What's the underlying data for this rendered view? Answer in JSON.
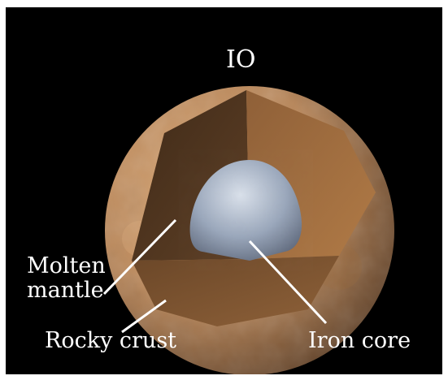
{
  "diagram": {
    "title": "IO",
    "labels": {
      "molten_mantle_line1": "Molten",
      "molten_mantle_line2": "mantle",
      "rocky_crust": "Rocky crust",
      "iron_core": "Iron core"
    },
    "colors": {
      "background": "#000000",
      "crust": "#b9875a",
      "mantle": "#7a5333",
      "core": "#9aa7bb",
      "text": "#ffffff"
    }
  }
}
